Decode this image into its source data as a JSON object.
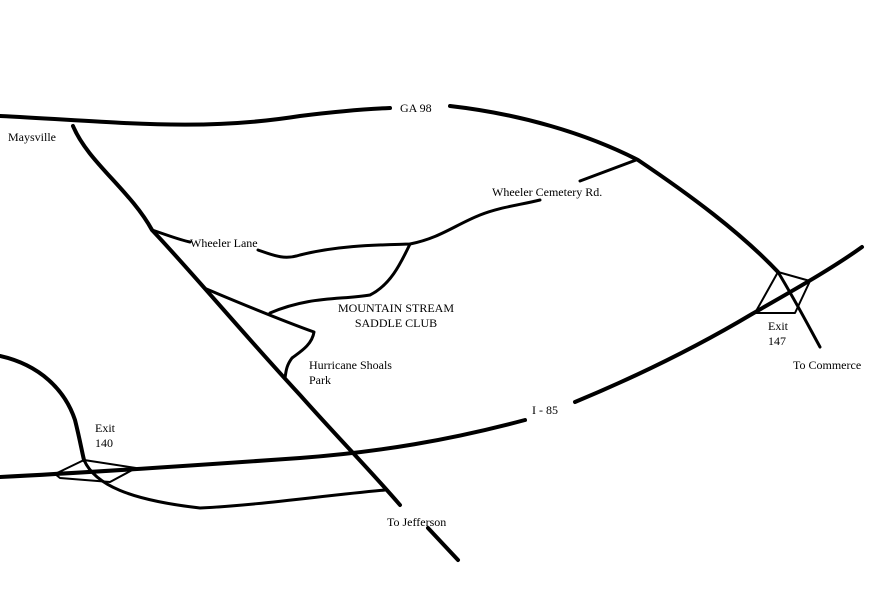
{
  "labels": {
    "ga98": "GA 98",
    "maysville": "Maysville",
    "wheeler_cemetery": "Wheeler Cemetery Rd.",
    "wheeler_lane": "Wheeler Lane",
    "club_line1": "MOUNTAIN STREAM",
    "club_line2": "SADDLE CLUB",
    "hurricane_line1": "Hurricane Shoals",
    "hurricane_line2": "Park",
    "exit147_line1": "Exit",
    "exit147_line2": "147",
    "to_commerce": "To Commerce",
    "i85": "I - 85",
    "exit140_line1": "Exit",
    "exit140_line2": "140",
    "to_jefferson": "To Jefferson"
  }
}
